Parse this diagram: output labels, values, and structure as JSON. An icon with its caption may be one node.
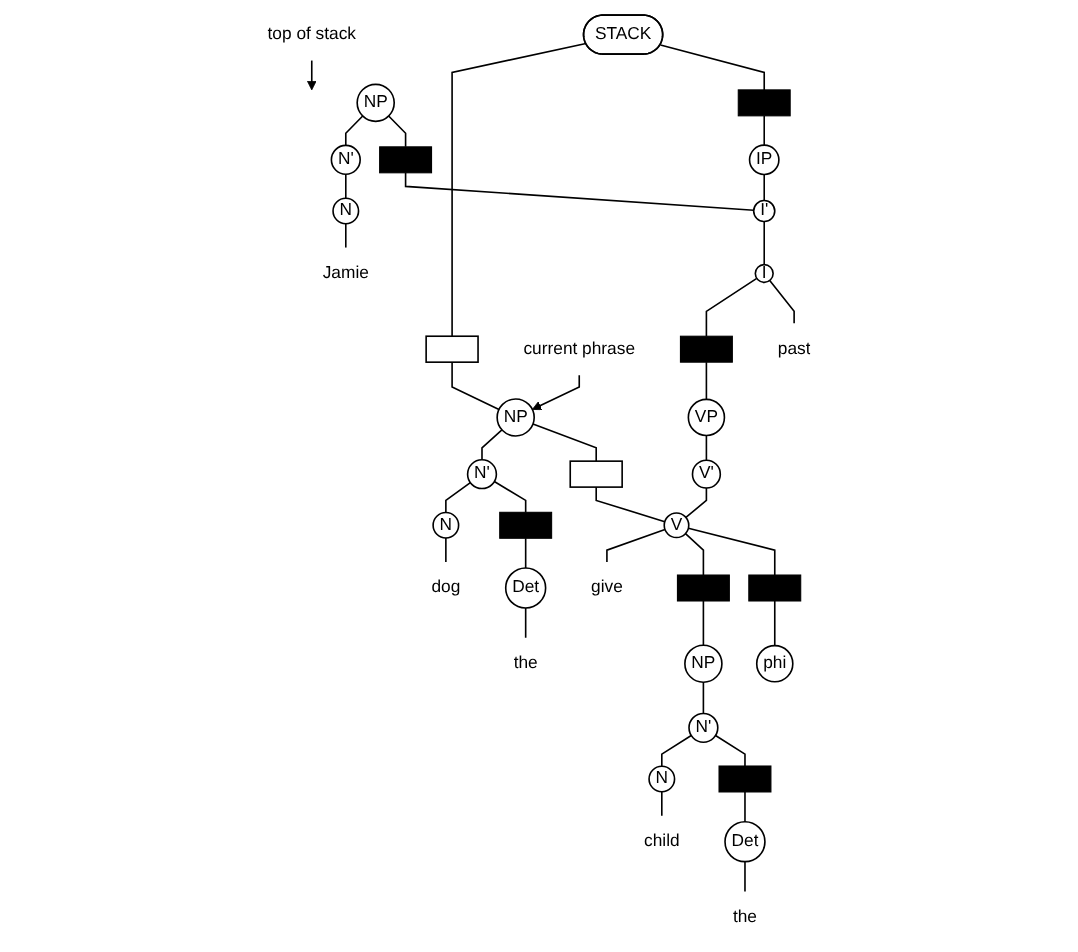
{
  "diagram": {
    "nodes": [
      {
        "text": [
          "STACK"
        ]
      },
      {
        "text": [],
        "shape": "box"
      },
      {
        "text": [],
        "shape": "box"
      },
      {
        "text": [
          "current phrase"
        ]
      },
      {
        "text": [
          "IP"
        ]
      },
      {
        "text": [
          "NP"
        ]
      },
      {
        "text": [
          "NP"
        ]
      },
      {
        "text": [],
        "shape": "box"
      },
      {
        "text": [
          "I'"
        ]
      },
      {
        "text": [],
        "shape": "box"
      },
      {
        "text": [
          "N'"
        ]
      },
      {
        "text": [
          "N'"
        ]
      },
      {
        "text": [
          "I"
        ]
      },
      {
        "text": [],
        "shape": "box"
      },
      {
        "text": [
          "VP"
        ]
      },
      {
        "text": [],
        "shape": "box"
      },
      {
        "text": [
          "N"
        ]
      },
      {
        "text": [
          "N"
        ]
      },
      {
        "text": [
          "past"
        ]
      },
      {
        "text": [
          "V'"
        ]
      },
      {
        "text": [
          "phi"
        ]
      },
      {
        "text": [],
        "shape": "box"
      },
      {
        "text": [
          "Det"
        ]
      },
      {
        "text": [
          "dog"
        ]
      },
      {
        "text": [
          "the"
        ]
      },
      {
        "text": [
          "Jamie"
        ]
      },
      {
        "text": [
          "V"
        ]
      },
      {
        "text": [],
        "shape": "box"
      },
      {
        "text": [
          "NP"
        ]
      },
      {
        "text": [
          "give"
        ]
      },
      {
        "text": [
          "top of stack"
        ]
      },
      {
        "text": [
          "N'"
        ]
      },
      {
        "text": [],
        "shape": "box"
      },
      {
        "text": [
          "Det"
        ]
      },
      {
        "text": [
          "N"
        ]
      },
      {
        "text": [
          "the"
        ]
      },
      {
        "text": [
          "child"
        ]
      }
    ],
    "edges": [
      {
        "from": 0,
        "to": 1,
        "arrow": "none"
      },
      {
        "from": 1,
        "to": 4,
        "arrow": "none"
      },
      {
        "from": 0,
        "to": 2,
        "arrow": "none"
      },
      {
        "from": 2,
        "to": 5,
        "arrow": "none"
      },
      {
        "from": 3,
        "to": 5,
        "arrow": "to"
      },
      {
        "from": 4,
        "to": 8,
        "arrow": "none"
      },
      {
        "from": 6,
        "to": 7,
        "arrow": "none"
      },
      {
        "from": 7,
        "to": 8,
        "arrow": "none"
      },
      {
        "from": 6,
        "to": 11,
        "arrow": "none"
      },
      {
        "from": 11,
        "to": 17,
        "arrow": "none"
      },
      {
        "from": 17,
        "to": 25,
        "arrow": "none"
      },
      {
        "from": 8,
        "to": 12,
        "arrow": "none"
      },
      {
        "from": 12,
        "to": 18,
        "arrow": "none"
      },
      {
        "from": 12,
        "to": 13,
        "arrow": "none"
      },
      {
        "from": 13,
        "to": 14,
        "arrow": "none"
      },
      {
        "from": 14,
        "to": 19,
        "arrow": "none"
      },
      {
        "from": 19,
        "to": 26,
        "arrow": "none"
      },
      {
        "from": 5,
        "to": 9,
        "arrow": "none"
      },
      {
        "from": 9,
        "to": 26,
        "arrow": "none"
      },
      {
        "from": 5,
        "to": 10,
        "arrow": "none"
      },
      {
        "from": 10,
        "to": 15,
        "arrow": "none"
      },
      {
        "from": 15,
        "to": 22,
        "arrow": "none"
      },
      {
        "from": 10,
        "to": 16,
        "arrow": "none"
      },
      {
        "from": 22,
        "to": 24,
        "arrow": "none"
      },
      {
        "from": 16,
        "to": 23,
        "arrow": "none"
      },
      {
        "from": 26,
        "to": 21,
        "arrow": "none"
      },
      {
        "from": 21,
        "to": 20,
        "arrow": "none"
      },
      {
        "from": 26,
        "to": 27,
        "arrow": "none"
      },
      {
        "from": 27,
        "to": 28,
        "arrow": "none"
      },
      {
        "from": 26,
        "to": 29,
        "arrow": "none"
      },
      {
        "from": 28,
        "to": 31,
        "arrow": "none"
      },
      {
        "from": 31,
        "to": 32,
        "arrow": "none"
      },
      {
        "from": 32,
        "to": 33,
        "arrow": "none"
      },
      {
        "from": 31,
        "to": 34,
        "arrow": "none"
      },
      {
        "from": 33,
        "to": 35,
        "arrow": "none"
      },
      {
        "from": 34,
        "to": 36,
        "arrow": "none"
      },
      {
        "from": 30,
        "to": null,
        "arrow": "to"
      }
    ]
  }
}
